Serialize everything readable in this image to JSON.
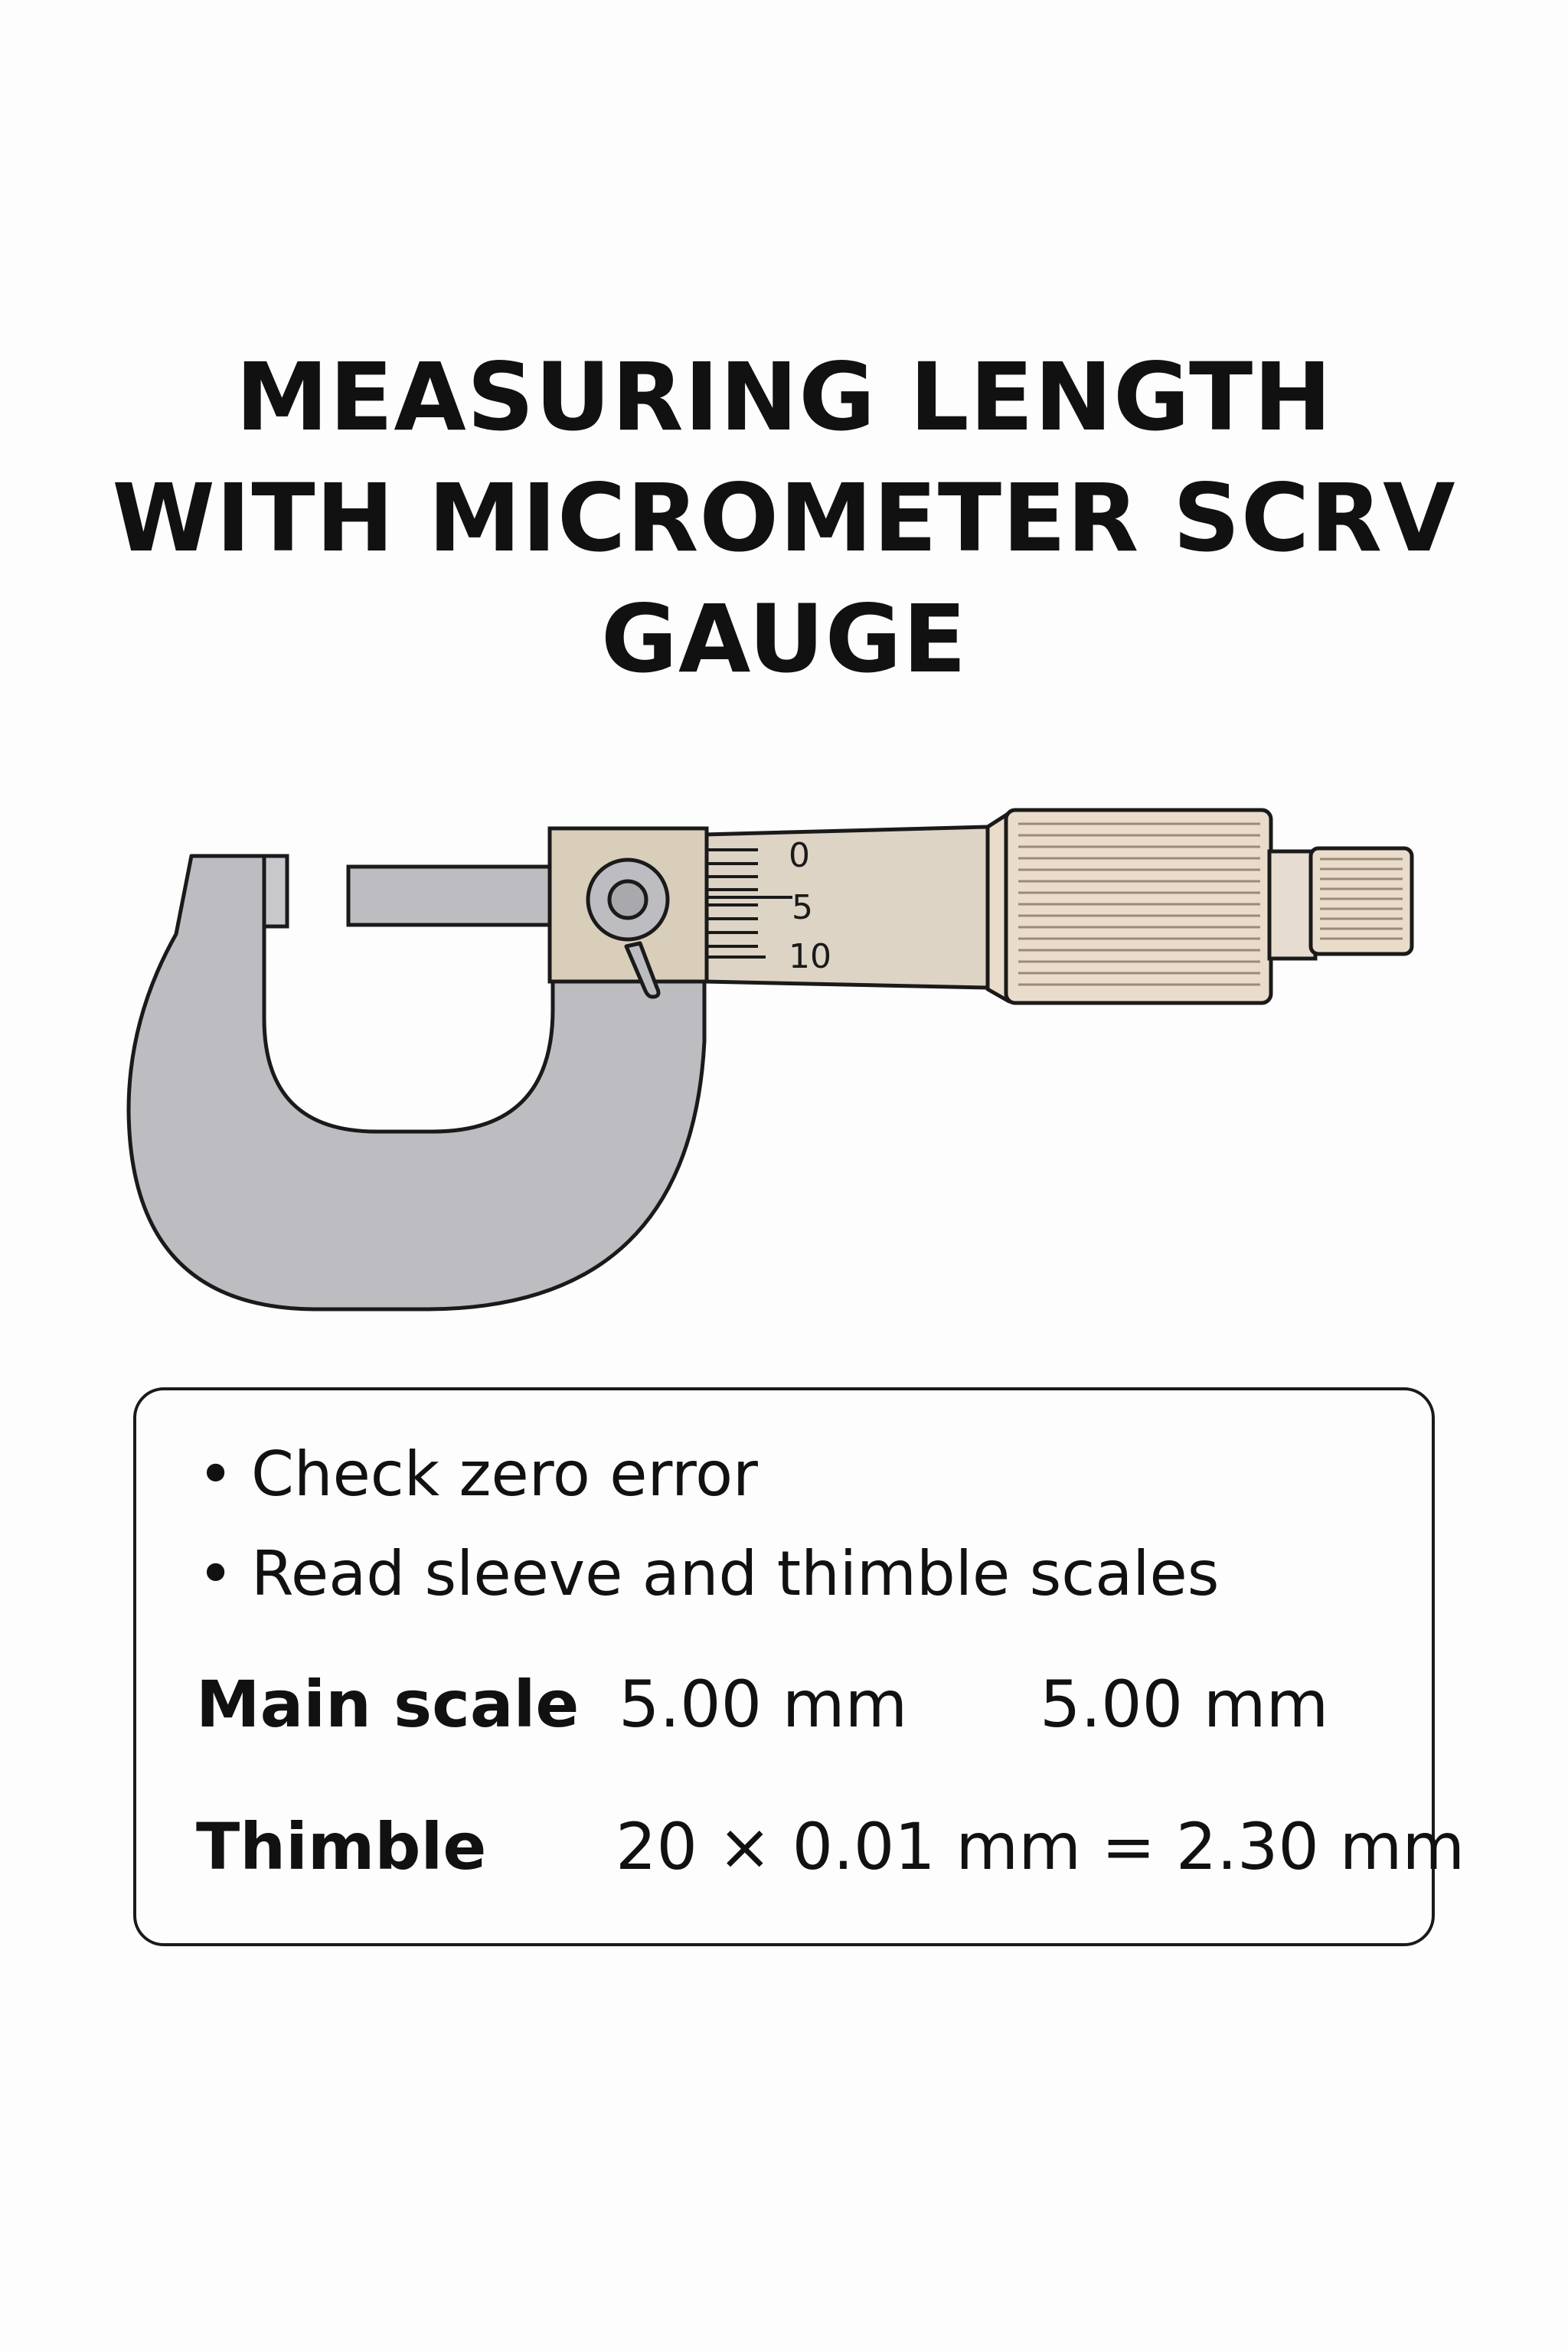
{
  "title": {
    "line1": "MEASURING LENGTH",
    "line2": "WITH MICROMETER SCRV",
    "line3": "GAUGE"
  },
  "diagram": {
    "sleeve_ticks": [
      "0",
      "5",
      "10"
    ],
    "colors": {
      "frame": "#bdbcc1",
      "sleeve": "#ddd4c5",
      "thimble": "#e9dccb",
      "outline": "#1a1a1a"
    }
  },
  "steps": [
    "Check zero error",
    "Read sleeve and thimble scales"
  ],
  "readings": {
    "main_label": "Main scale",
    "main_value_1": "5.00 mm",
    "main_value_2": "5.00 mm",
    "thimble_label": "Thimble",
    "thimble_value": "20 × 0.01 mm = 2.30 mm"
  }
}
